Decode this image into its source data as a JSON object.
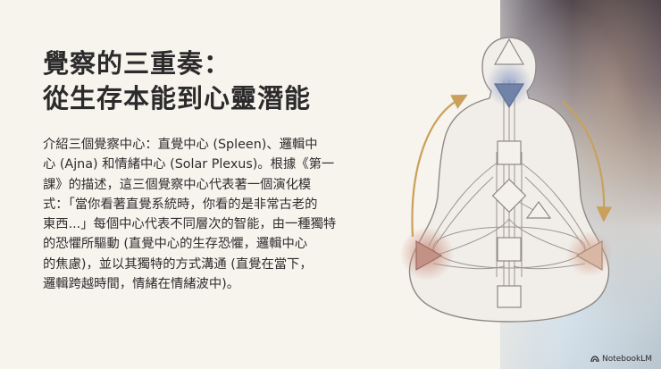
{
  "title_lines": [
    "覺察的三重奏：",
    "從生存本能到心靈潛能"
  ],
  "body_lines": [
    "介紹三個覺察中心：直覺中心 (Spleen)、邏輯中",
    "心 (Ajna) 和情緒中心 (Solar Plexus)。根據《第一",
    "課》的描述，這三個覺察中心代表著一個演化模",
    "式：「當你看著直覺系統時，你看的是非常古老的",
    "東西...」每個中心代表不同層次的智能，由一種獨特",
    "的恐懼所驅動 (直覺中心的生存恐懼，邏輯中心",
    "的焦慮)，並以其獨特的方式溝通 (直覺在當下，",
    "邏輯跨越時間，情緒在情緒波中)。"
  ],
  "branding": {
    "logo_text": "NotebookLM"
  },
  "diagram": {
    "type": "human-design-bodygraph",
    "accent_color": "#c9a15c"
  }
}
